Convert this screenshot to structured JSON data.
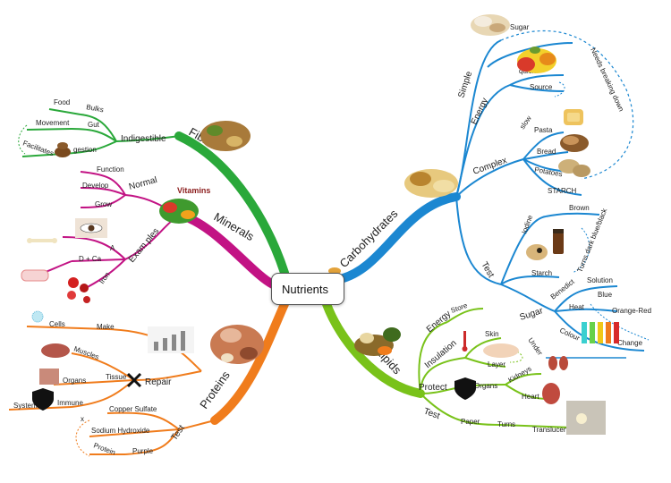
{
  "center": {
    "label": "Nutrients"
  },
  "colors": {
    "carbs": "#1b87d1",
    "lipids": "#79c21a",
    "proteins": "#f07c1c",
    "vitamins": "#c21384",
    "fibres": "#2aa83a"
  },
  "carbohydrates": {
    "label": "Carbohydrates",
    "simple": {
      "label": "Simple",
      "sugar": "Sugar"
    },
    "energy": {
      "label": "Energy",
      "quick": "quick",
      "source": "Source"
    },
    "needs_breaking_down": "Needs breaking down",
    "complex": {
      "label": "Complex",
      "slow": "slow",
      "pasta": "Pasta",
      "bread": "Bread",
      "potatoes": "Potatoes",
      "starch": "STARCH"
    },
    "test": {
      "label": "Test",
      "iodine": "Iodine",
      "brown": "Brown",
      "starch": "Starch",
      "turns_dark": "Turns dark blue/black",
      "sugar": "Sugar",
      "benedict": "Benedict",
      "solution": "Solution",
      "blue": "Blue",
      "heat": "Heat",
      "orange_red": "Orange-Red",
      "colour": "Colour",
      "change": "Change"
    }
  },
  "lipids": {
    "label": "Lipids",
    "energy": "Energy",
    "store": "Store",
    "insulation": "Insulation",
    "skin": "Skin",
    "under": "Under",
    "layer": "Layer",
    "protect": "Protect",
    "organs": "Organs",
    "kidneys": "Kidneys",
    "heart": "Heart",
    "test": "Test",
    "paper": "Paper",
    "turns": "Turns",
    "translucent": "Translucent"
  },
  "proteins": {
    "label": "Proteins",
    "cells": "Cells",
    "make": "Make",
    "muscles": "Muscles",
    "tissue": "Tissue",
    "repair": "Repair",
    "organs": "Organs",
    "system": "System",
    "immune": "Immune",
    "test": "Test",
    "copper_sulfate": "Copper Sulfate",
    "sodium_hydroxide": "Sodium Hydroxide",
    "protein": "Protein",
    "purple": "Purple",
    "x_mark": "x"
  },
  "vitamins": {
    "label": "Minerals",
    "vitamins_art": "Vitamins",
    "normal": "Normal",
    "function": "Function",
    "develop": "Develop",
    "grow": "Grow",
    "examples": "Exam ples",
    "a": "A",
    "d_ca": "D + Ca",
    "iron": "Iron"
  },
  "fibres": {
    "label": "Fibres",
    "indigestible": "Indigestible",
    "bulks": "Bulks",
    "food": "Food",
    "gut": "Gut",
    "movement": "Movement",
    "facilitates": "Facilitates",
    "ingestion": "gestion"
  }
}
